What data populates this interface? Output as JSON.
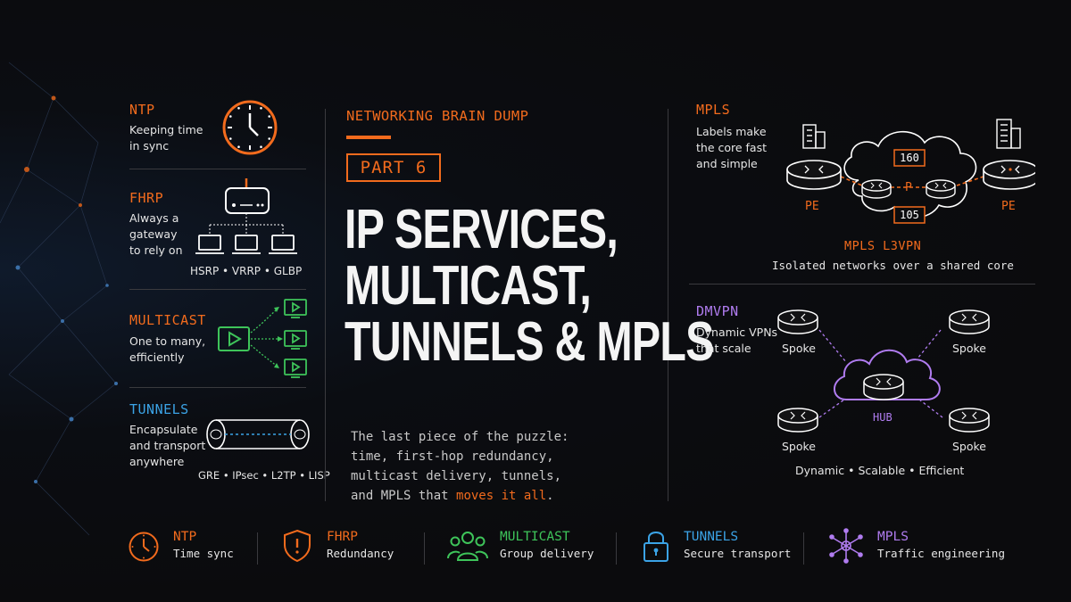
{
  "colors": {
    "orange": "#f26b1d",
    "purple": "#b07cf0",
    "green": "#3ec45a",
    "blue": "#3ba3e6",
    "background": "#0c0c0e"
  },
  "left": {
    "ntp": {
      "title": "NTP",
      "desc_1": "Keeping time",
      "desc_2": "in sync",
      "icon": "clock-icon"
    },
    "fhrp": {
      "title": "FHRP",
      "desc_1": "Always a",
      "desc_2": "gateway",
      "desc_3": "to rely on",
      "protocols": "HSRP • VRRP • GLBP",
      "icon": "router-laptops-icon"
    },
    "multicast": {
      "title": "MULTICAST",
      "desc_1": "One to many,",
      "desc_2": "efficiently",
      "icon": "play-screens-icon"
    },
    "tunnels": {
      "title": "TUNNELS",
      "desc_1": "Encapsulate",
      "desc_2": "and transport",
      "desc_3": "anywhere",
      "protocols": "GRE • IPsec • L2TP • LISP",
      "icon": "tunnel-pipe-icon"
    }
  },
  "center": {
    "eyebrow": "NETWORKING BRAIN DUMP",
    "part": "PART 6",
    "headline_1": "IP SERVICES,",
    "headline_2": "MULTICAST,",
    "headline_3": "TUNNELS & MPLS",
    "body_1": "The last piece of the puzzle:",
    "body_2": "time, first-hop redundancy,",
    "body_3": "multicast delivery, tunnels,",
    "body_4_pre": "and MPLS that ",
    "body_4_hl": "moves it all",
    "body_4_post": "."
  },
  "mpls": {
    "title": "MPLS",
    "desc_1": "Labels make",
    "desc_2": "the core fast",
    "desc_3": "and simple",
    "label_top": "160",
    "label_bottom": "105",
    "core_label": "P",
    "pe_left": "PE",
    "pe_right": "PE",
    "caption_title": "MPLS L3VPN",
    "caption_sub": "Isolated networks over a shared core"
  },
  "dmvpn": {
    "title": "DMVPN",
    "desc_1": "Dynamic VPNs",
    "desc_2": "that scale",
    "hub": "HUB",
    "spoke_tl": "Spoke",
    "spoke_tr": "Spoke",
    "spoke_bl": "Spoke",
    "spoke_br": "Spoke",
    "tagline": "Dynamic • Scalable • Efficient"
  },
  "bottom": [
    {
      "title": "NTP",
      "sub": "Time sync",
      "icon": "clock-icon"
    },
    {
      "title": "FHRP",
      "sub": "Redundancy",
      "icon": "shield-icon"
    },
    {
      "title": "MULTICAST",
      "sub": "Group delivery",
      "icon": "group-icon"
    },
    {
      "title": "TUNNELS",
      "sub": "Secure transport",
      "icon": "lock-icon"
    },
    {
      "title": "MPLS",
      "sub": "Traffic engineering",
      "icon": "hub-nodes-icon"
    }
  ]
}
